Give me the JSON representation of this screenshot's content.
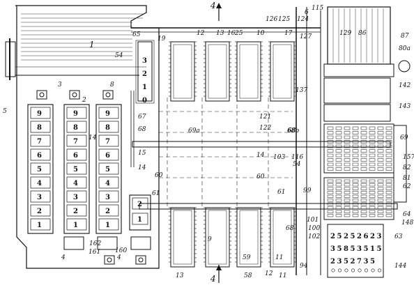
{
  "refs": {
    "top": [
      "65",
      "19",
      "12",
      "13",
      "16",
      "25",
      "10",
      "17",
      "126",
      "125",
      "6",
      "124",
      "115",
      "129",
      "86",
      "87",
      "80a"
    ],
    "right": [
      "142",
      "143",
      "69",
      "157",
      "82",
      "81",
      "62",
      "64",
      "148",
      "63"
    ],
    "left": [
      "1",
      "5",
      "3",
      "2",
      "14",
      "8",
      "54",
      "67",
      "68",
      "15",
      "14",
      "60",
      "61"
    ],
    "center": [
      "69a",
      "14",
      "103",
      "60",
      "61",
      "68",
      "9",
      "59",
      "11",
      "127",
      "137",
      "121",
      "122",
      "68b",
      "116",
      "54",
      "99",
      "101",
      "100",
      "102",
      "94",
      "68"
    ],
    "bottom": [
      "4",
      "162",
      "161",
      "160",
      "4",
      "13",
      "58",
      "12",
      "11",
      "144"
    ],
    "section_markers": [
      "4",
      "4"
    ]
  },
  "upper_column_digits": [
    "3",
    "2",
    "1",
    "0"
  ],
  "lower_column_digits": [
    "9",
    "8",
    "7",
    "6",
    "5",
    "4",
    "3",
    "2",
    "1"
  ],
  "plate_digits_row1": [
    "2",
    "5",
    "2",
    "5",
    "2",
    "6",
    "2",
    "3"
  ],
  "plate_digits_row2": [
    "3",
    "5",
    "8",
    "5",
    "3",
    "5",
    "1",
    "5"
  ],
  "plate_digits_row3": [
    "2",
    "3",
    "5",
    "2",
    "7",
    "3",
    "5"
  ]
}
